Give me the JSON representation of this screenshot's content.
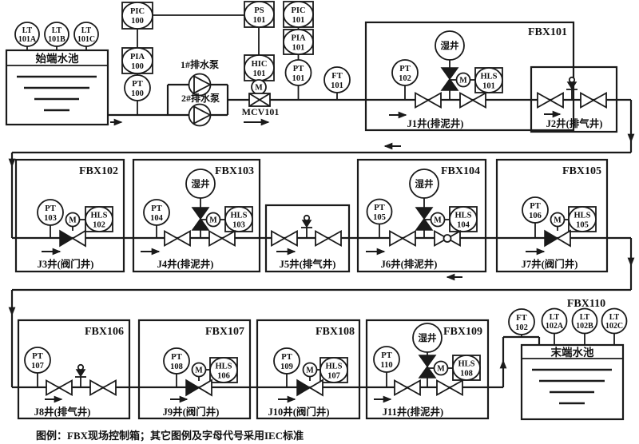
{
  "legend": "图例：FBX现场控制箱；其它图例及字母代号采用IEC标准",
  "colors": {
    "ink": "#1a1a1a",
    "background": "#ffffff"
  },
  "pools": {
    "start_title": "始端水池",
    "end_title": "末端水池"
  },
  "pumps": {
    "pump1_label": "1#排水泵",
    "pump2_label": "2#排水泵"
  },
  "mcv_label": "MCV101",
  "motor_letter": "M",
  "wet_well_label": "湿井",
  "fbx": {
    "fbx101": "FBX101",
    "fbx102": "FBX102",
    "fbx103": "FBX103",
    "fbx104": "FBX104",
    "fbx105": "FBX105",
    "fbx106": "FBX106",
    "fbx107": "FBX107",
    "fbx108": "FBX108",
    "fbx109": "FBX109",
    "fbx110": "FBX110"
  },
  "wells": {
    "j1": "J1井(排泥井)",
    "j2": "J2井(排气井)",
    "j3": "J3井(阀门井)",
    "j4": "J4井(排泥井)",
    "j5": "J5井(排气井)",
    "j6": "J6井(排泥井)",
    "j7": "J7井(阀门井)",
    "j8": "J8井(排气井)",
    "j9": "J9井(阀门井)",
    "j10": "J10井(阀门井)",
    "j11": "J11井(排泥井)"
  },
  "instruments": {
    "lt101a": {
      "line1": "LT",
      "line2": "101A"
    },
    "lt101b": {
      "line1": "LT",
      "line2": "101B"
    },
    "lt101c": {
      "line1": "LT",
      "line2": "101C"
    },
    "pic100": {
      "line1": "PIC",
      "line2": "100"
    },
    "pia100": {
      "line1": "PIA",
      "line2": "100"
    },
    "pt100": {
      "line1": "PT",
      "line2": "100"
    },
    "ps101": {
      "line1": "PS",
      "line2": "101"
    },
    "hic101": {
      "line1": "HIC",
      "line2": "101"
    },
    "pic101": {
      "line1": "PIC",
      "line2": "101"
    },
    "pia101": {
      "line1": "PIA",
      "line2": "101"
    },
    "pt101": {
      "line1": "PT",
      "line2": "101"
    },
    "ft101": {
      "line1": "FT",
      "line2": "101"
    },
    "pt102": {
      "line1": "PT",
      "line2": "102"
    },
    "hls101": {
      "line1": "HLS",
      "line2": "101"
    },
    "pt103": {
      "line1": "PT",
      "line2": "103"
    },
    "hls102": {
      "line1": "HLS",
      "line2": "102"
    },
    "pt104": {
      "line1": "PT",
      "line2": "104"
    },
    "hls103": {
      "line1": "HLS",
      "line2": "103"
    },
    "pt105": {
      "line1": "PT",
      "line2": "105"
    },
    "hls104": {
      "line1": "HLS",
      "line2": "104"
    },
    "pt106": {
      "line1": "PT",
      "line2": "106"
    },
    "hls105": {
      "line1": "HLS",
      "line2": "105"
    },
    "pt107": {
      "line1": "PT",
      "line2": "107"
    },
    "pt108": {
      "line1": "PT",
      "line2": "108"
    },
    "hls106": {
      "line1": "HLS",
      "line2": "106"
    },
    "pt109": {
      "line1": "PT",
      "line2": "109"
    },
    "hls107": {
      "line1": "HLS",
      "line2": "107"
    },
    "pt110": {
      "line1": "PT",
      "line2": "110"
    },
    "hls108": {
      "line1": "HLS",
      "line2": "108"
    },
    "ft102": {
      "line1": "FT",
      "line2": "102"
    },
    "lt102a": {
      "line1": "LT",
      "line2": "102A"
    },
    "lt102b": {
      "line1": "LT",
      "line2": "102B"
    },
    "lt102c": {
      "line1": "LT",
      "line2": "102C"
    }
  }
}
